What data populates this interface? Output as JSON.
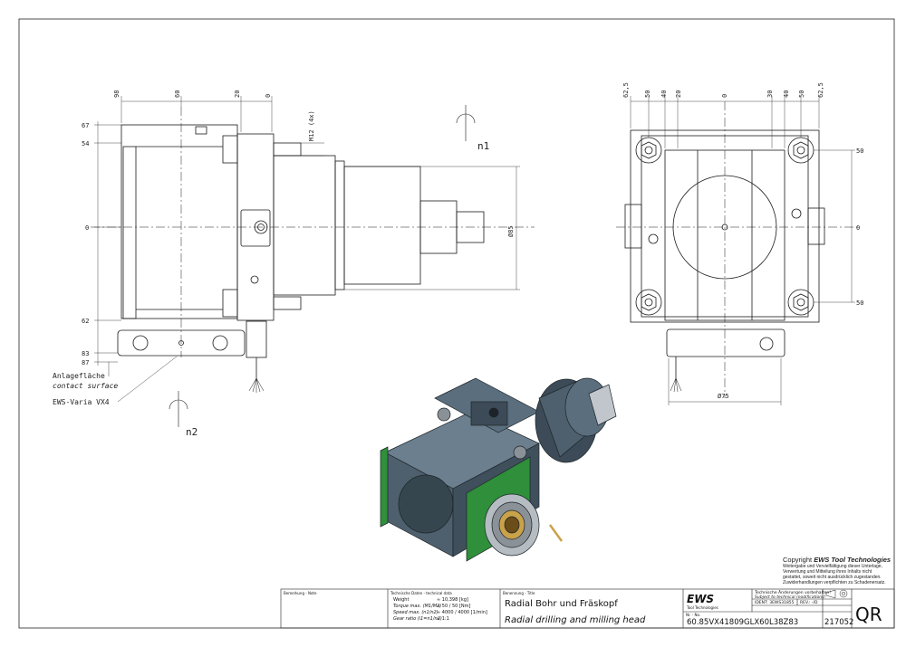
{
  "drawing": {
    "side_view": {
      "top_dims": [
        "98",
        "60",
        "20",
        "0"
      ],
      "left_dims": [
        "67",
        "54",
        "0",
        "62",
        "83",
        "87"
      ],
      "thread": "M12 (4x)",
      "diameter": "Ø85",
      "rotation_top": "n1",
      "rotation_bottom": "n2",
      "label_contact_de": "Anlagefläche",
      "label_contact_en": "contact surface",
      "label_holder": "EWS-Varia VX4"
    },
    "front_view": {
      "top_dims": [
        "62,5",
        "50",
        "40",
        "20",
        "0",
        "30",
        "40",
        "50",
        "62,5"
      ],
      "right_dims": [
        "50",
        "0",
        "50"
      ],
      "diameter": "Ø75"
    }
  },
  "copyright": {
    "heading_prefix": "Copyright ",
    "brand": "EWS Tool Technologies",
    "lines": [
      "Weitergabe und Vervielfältigung dieser Unterlage,",
      "Verwertung und Mitteilung ihres Inhalts nicht",
      "gestattet, soweit nicht ausdrücklich zugestanden.",
      "Zuwiderhandlungen verpflichten zu Schadenersatz."
    ]
  },
  "title_block": {
    "remark_label": "Bemerkung - Note",
    "tech_label": "Technische Daten - technical data",
    "weight_label": "Weight",
    "weight_value": "≈ 10,398 [kg]",
    "torque_label": "Torque max. (M1/M2)",
    "torque_value": "≈ 50 / 50 [Nm]",
    "speed_label": "Speed max. (n1/n2)",
    "speed_value": "≈ 4000 / 4000 [1/min]",
    "ratio_label": "Gear ratio (i1=n1/n2)",
    "ratio_value": "≈ 1:1",
    "name_label": "Benennung - Title",
    "title_de": "Radial Bohr und Fräskopf",
    "title_en": "Radial drilling and milling head",
    "logo_text": "EWS",
    "logo_sub": "Tool Technologies",
    "note_de": "Technische Änderungen vorbehalten!",
    "note_en": "Subject to technical modifications!",
    "ident": "IDENT: 3EWS31855",
    "rev": "REV.: -/D",
    "part_number": "60.85VX41809GLX60L38Z83",
    "sheet_number": "217052",
    "no_label": "Nr. - No.",
    "qr": "QR"
  },
  "colors": {
    "line": "#1a1a1a",
    "body_blue": "#5a6e7d",
    "body_dark": "#3c4b57",
    "flange_green": "#2f8f3a",
    "steel": "#b5bcc2"
  }
}
